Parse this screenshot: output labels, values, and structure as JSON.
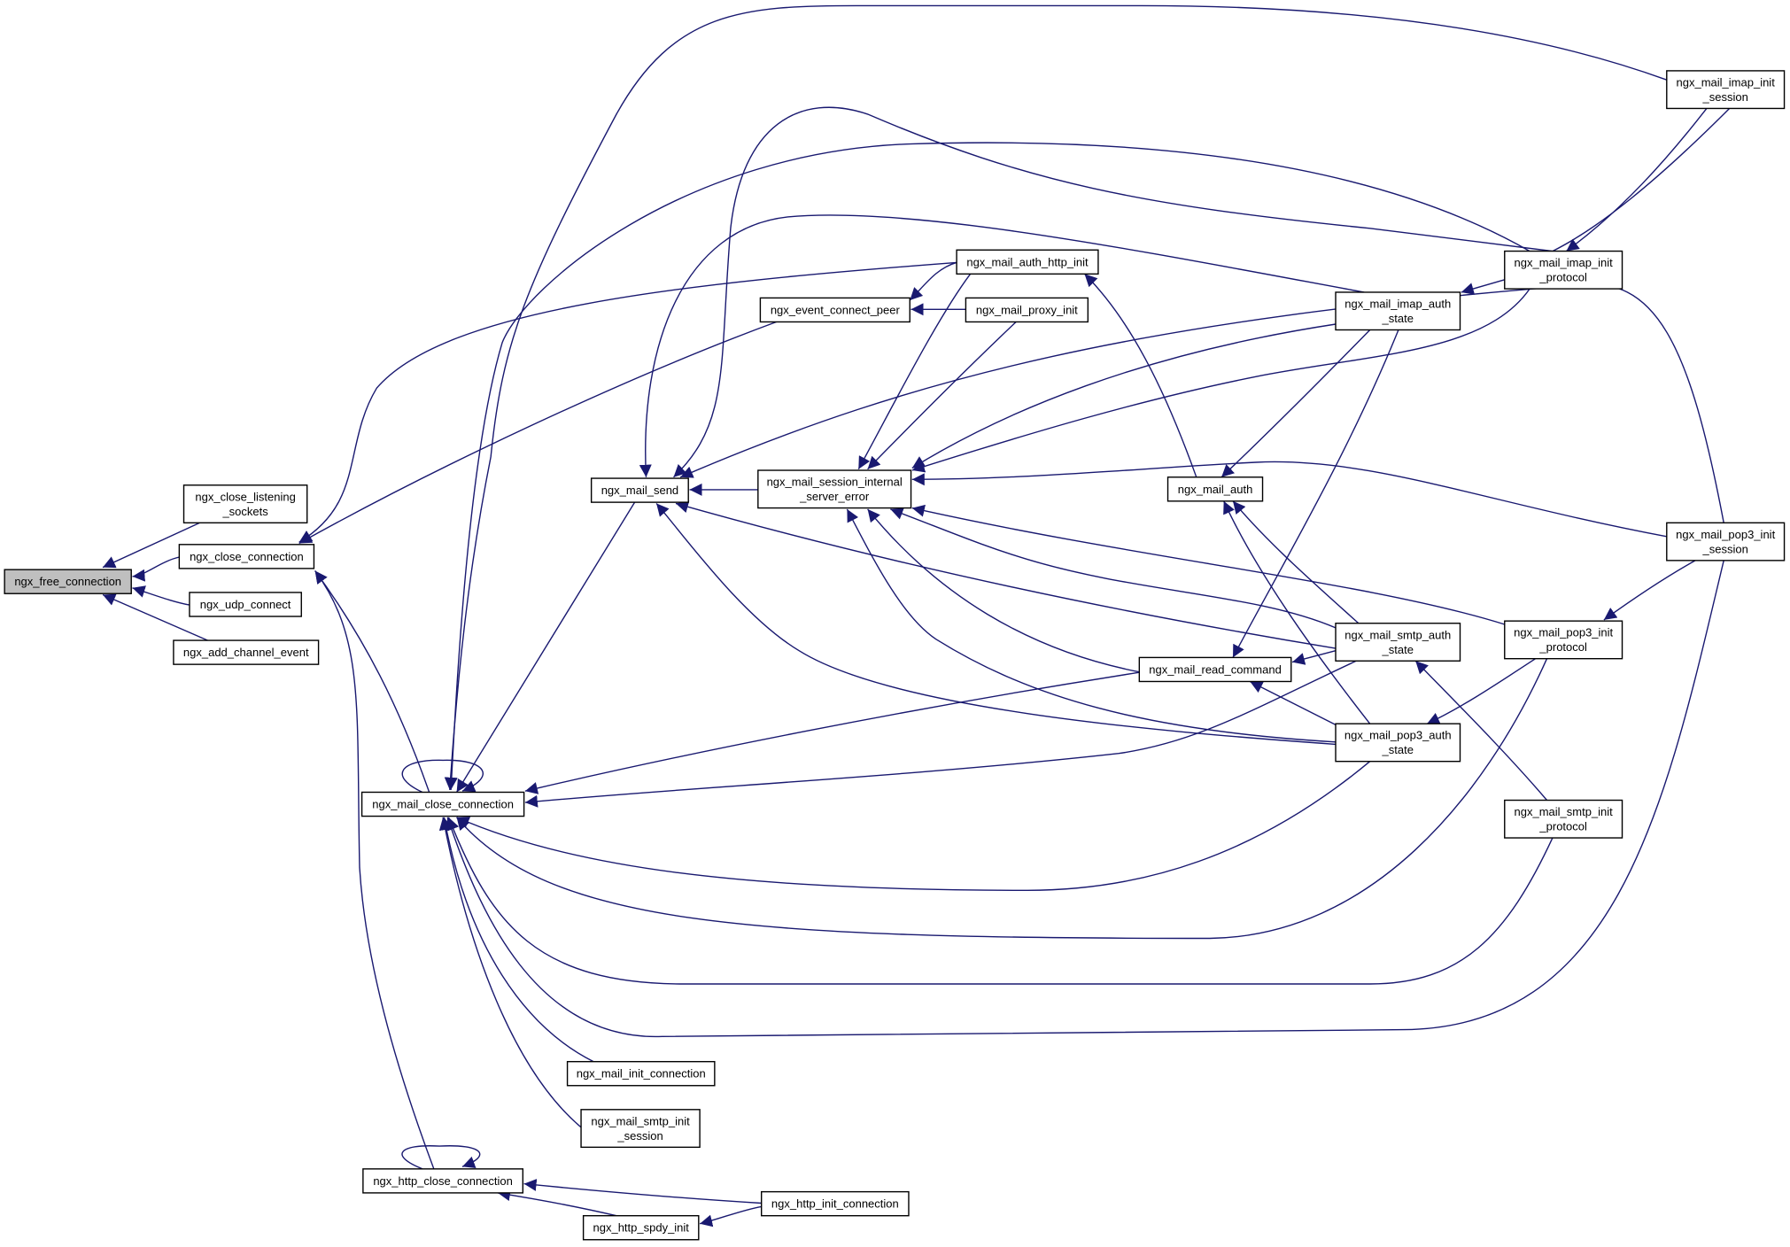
{
  "graph": {
    "edge_color": "#191970",
    "root_fill": "#bfbfbf",
    "node_fill": "#ffffff",
    "nodes": [
      {
        "id": "free_conn",
        "label": [
          "ngx_free_connection"
        ],
        "root": true
      },
      {
        "id": "close_listen",
        "label": [
          "ngx_close_listening",
          "_sockets"
        ]
      },
      {
        "id": "close_conn",
        "label": [
          "ngx_close_connection"
        ]
      },
      {
        "id": "udp_connect",
        "label": [
          "ngx_udp_connect"
        ]
      },
      {
        "id": "add_channel",
        "label": [
          "ngx_add_channel_event"
        ]
      },
      {
        "id": "mail_close",
        "label": [
          "ngx_mail_close_connection"
        ]
      },
      {
        "id": "http_close",
        "label": [
          "ngx_http_close_connection"
        ]
      },
      {
        "id": "mail_send",
        "label": [
          "ngx_mail_send"
        ]
      },
      {
        "id": "mail_init_conn",
        "label": [
          "ngx_mail_init_connection"
        ]
      },
      {
        "id": "smtp_init_session",
        "label": [
          "ngx_mail_smtp_init",
          "_session"
        ]
      },
      {
        "id": "spdy_init",
        "label": [
          "ngx_http_spdy_init"
        ]
      },
      {
        "id": "http_init_conn",
        "label": [
          "ngx_http_init_connection"
        ]
      },
      {
        "id": "event_connect_peer",
        "label": [
          "ngx_event_connect_peer"
        ]
      },
      {
        "id": "mail_auth_http_init",
        "label": [
          "ngx_mail_auth_http_init"
        ]
      },
      {
        "id": "mail_proxy_init",
        "label": [
          "ngx_mail_proxy_init"
        ]
      },
      {
        "id": "session_internal_err",
        "label": [
          "ngx_mail_session_internal",
          "_server_error"
        ]
      },
      {
        "id": "mail_read_command",
        "label": [
          "ngx_mail_read_command"
        ]
      },
      {
        "id": "mail_auth",
        "label": [
          "ngx_mail_auth"
        ]
      },
      {
        "id": "imap_auth_state",
        "label": [
          "ngx_mail_imap_auth",
          "_state"
        ]
      },
      {
        "id": "smtp_auth_state",
        "label": [
          "ngx_mail_smtp_auth",
          "_state"
        ]
      },
      {
        "id": "pop3_auth_state",
        "label": [
          "ngx_mail_pop3_auth",
          "_state"
        ]
      },
      {
        "id": "imap_init_protocol",
        "label": [
          "ngx_mail_imap_init",
          "_protocol"
        ]
      },
      {
        "id": "pop3_init_protocol",
        "label": [
          "ngx_mail_pop3_init",
          "_protocol"
        ]
      },
      {
        "id": "smtp_init_protocol",
        "label": [
          "ngx_mail_smtp_init",
          "_protocol"
        ]
      },
      {
        "id": "imap_init_session",
        "label": [
          "ngx_mail_imap_init",
          "_session"
        ]
      },
      {
        "id": "pop3_init_session",
        "label": [
          "ngx_mail_pop3_init",
          "_session"
        ]
      }
    ],
    "edges": [
      {
        "from": "close_listen",
        "to": "free_conn"
      },
      {
        "from": "close_conn",
        "to": "free_conn"
      },
      {
        "from": "udp_connect",
        "to": "free_conn"
      },
      {
        "from": "add_channel",
        "to": "free_conn"
      },
      {
        "from": "mail_auth_http_init",
        "to": "close_conn"
      },
      {
        "from": "event_connect_peer",
        "to": "close_conn"
      },
      {
        "from": "mail_close",
        "to": "close_conn"
      },
      {
        "from": "http_close",
        "to": "close_conn"
      },
      {
        "from": "mail_close",
        "to": "mail_close"
      },
      {
        "from": "http_close",
        "to": "http_close"
      },
      {
        "from": "mail_send",
        "to": "mail_close"
      },
      {
        "from": "imap_init_session",
        "to": "mail_close"
      },
      {
        "from": "imap_init_protocol",
        "to": "mail_close"
      },
      {
        "from": "mail_read_command",
        "to": "mail_close"
      },
      {
        "from": "smtp_auth_state",
        "to": "mail_close"
      },
      {
        "from": "pop3_auth_state",
        "to": "mail_close"
      },
      {
        "from": "pop3_init_protocol",
        "to": "mail_close"
      },
      {
        "from": "smtp_init_protocol",
        "to": "mail_close"
      },
      {
        "from": "pop3_init_session",
        "to": "mail_close"
      },
      {
        "from": "mail_init_conn",
        "to": "mail_close"
      },
      {
        "from": "smtp_init_session",
        "to": "mail_close"
      },
      {
        "from": "session_internal_err",
        "to": "mail_send"
      },
      {
        "from": "imap_auth_state",
        "to": "mail_send"
      },
      {
        "from": "pop3_init_session",
        "to": "mail_send"
      },
      {
        "from": "imap_init_session",
        "to": "mail_send"
      },
      {
        "from": "smtp_auth_state",
        "to": "mail_send"
      },
      {
        "from": "pop3_auth_state",
        "to": "mail_send"
      },
      {
        "from": "mail_auth_http_init",
        "to": "event_connect_peer"
      },
      {
        "from": "mail_proxy_init",
        "to": "event_connect_peer"
      },
      {
        "from": "mail_auth_http_init",
        "to": "session_internal_err"
      },
      {
        "from": "mail_proxy_init",
        "to": "session_internal_err"
      },
      {
        "from": "imap_auth_state",
        "to": "session_internal_err"
      },
      {
        "from": "imap_init_protocol",
        "to": "session_internal_err"
      },
      {
        "from": "pop3_init_session",
        "to": "session_internal_err"
      },
      {
        "from": "pop3_init_protocol",
        "to": "session_internal_err"
      },
      {
        "from": "smtp_auth_state",
        "to": "session_internal_err"
      },
      {
        "from": "mail_read_command",
        "to": "session_internal_err"
      },
      {
        "from": "pop3_auth_state",
        "to": "session_internal_err"
      },
      {
        "from": "mail_auth",
        "to": "mail_auth_http_init"
      },
      {
        "from": "imap_auth_state",
        "to": "mail_auth"
      },
      {
        "from": "smtp_auth_state",
        "to": "mail_auth"
      },
      {
        "from": "pop3_auth_state",
        "to": "mail_auth"
      },
      {
        "from": "imap_auth_state",
        "to": "mail_read_command"
      },
      {
        "from": "smtp_auth_state",
        "to": "mail_read_command"
      },
      {
        "from": "pop3_auth_state",
        "to": "mail_read_command"
      },
      {
        "from": "imap_init_protocol",
        "to": "imap_auth_state"
      },
      {
        "from": "imap_init_session",
        "to": "imap_init_protocol"
      },
      {
        "from": "smtp_init_protocol",
        "to": "smtp_auth_state"
      },
      {
        "from": "pop3_init_protocol",
        "to": "pop3_auth_state"
      },
      {
        "from": "pop3_init_session",
        "to": "pop3_init_protocol"
      },
      {
        "from": "spdy_init",
        "to": "http_close"
      },
      {
        "from": "http_init_conn",
        "to": "http_close"
      },
      {
        "from": "http_init_conn",
        "to": "spdy_init"
      }
    ]
  }
}
